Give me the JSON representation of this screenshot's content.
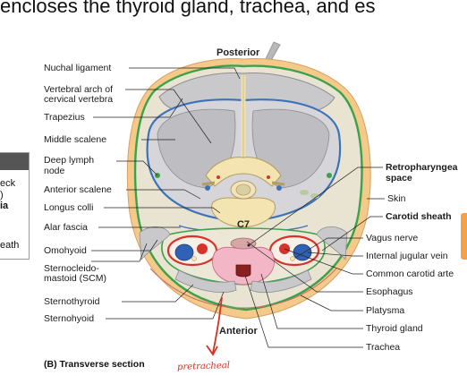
{
  "heading": "encloses the thyroid gland, trachea, and es",
  "orientation": {
    "top": "Posterior",
    "bottom": "Anterior"
  },
  "caption": "(B) Transverse section",
  "vertebra_label": "C7",
  "handwritten_note": "pretracheal",
  "left_panel": [
    "eck",
    ")",
    "ia",
    "eath"
  ],
  "left_labels": [
    "Nuchal ligament",
    "Vertebral arch of",
    "cervical vertebra",
    "Trapezius",
    "Middle scalene",
    "Deep lymph",
    "node",
    "Anterior scalene",
    "Longus colli",
    "Alar fascia",
    "Omohyoid",
    "Sternocleido-",
    "mastoid (SCM)",
    "Sternothyroid",
    "Sternohyoid"
  ],
  "right_labels": [
    "Retropharyngea",
    "space",
    "Skin",
    "Carotid sheath",
    "Vagus nerve",
    "Internal jugular vein",
    "Common carotid arte",
    "Esophagus",
    "Platysma",
    "Thyroid gland",
    "Trachea"
  ],
  "colors": {
    "skin": "#f5c98a",
    "fascia_green": "#3aa24b",
    "fascia_blue": "#3c73b8",
    "muscle": "#c9c9cc",
    "bone": "#f3e4b2",
    "carotid_sheath": "#d6332a",
    "thyroid": "#f2b6c6",
    "note_red": "#d83020"
  }
}
